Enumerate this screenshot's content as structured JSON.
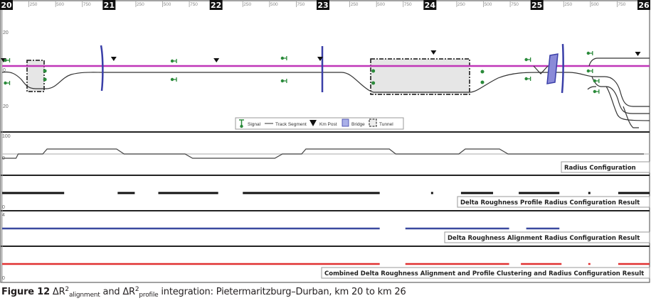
{
  "figure": {
    "label": "Figure 12",
    "caption_parts": {
      "delta_r": "ΔR",
      "sup": "2",
      "sub_alignment": "alignment",
      "and": " and ",
      "sub_profile": "profile",
      "rest": " integration: Pietermaritzburg–Durban, km 20 to km 26"
    }
  },
  "chart_data": {
    "type": "diagram",
    "title": "ΔR²alignment and ΔR²profile integration: Pietermaritzburg–Durban, km 20 to km 26",
    "x_axis": {
      "unit": "km",
      "range": [
        20,
        26
      ],
      "major_ticks": [
        "20",
        "21",
        "22",
        "23",
        "24",
        "25",
        "26"
      ],
      "minor_tick_labels": [
        "250",
        "500",
        "750"
      ]
    },
    "panels": [
      {
        "id": "track-layout",
        "y_labels": [
          "20",
          "0",
          "20"
        ],
        "legend": {
          "position": "bottom-center",
          "items": [
            "Signal",
            "Track Segment",
            "Km Post",
            "Bridge",
            "Tunnel"
          ]
        },
        "colors": {
          "alignment_line": "#c036b8",
          "bridge": "#3a3fa8",
          "signal": "#2a8a3a",
          "track": "#333333"
        },
        "tunnels_km": [
          [
            20.24,
            20.4
          ],
          [
            23.47,
            24.49
          ]
        ],
        "bridges_km": [
          20.91,
          23.02,
          25.15,
          25.23
        ],
        "km_posts_km": [
          20.0,
          21.03,
          21.99,
          22.96,
          24.02,
          25.93
        ]
      },
      {
        "id": "radius-configuration",
        "label": "Radius Configuration",
        "y_labels": [
          "100",
          "0"
        ],
        "values_step": [
          {
            "from": 20.0,
            "to": 20.13,
            "level": -1
          },
          {
            "from": 20.15,
            "to": 20.38,
            "level": 0
          },
          {
            "from": 20.42,
            "to": 21.07,
            "level": 1
          },
          {
            "from": 21.14,
            "to": 21.71,
            "level": 0
          },
          {
            "from": 21.78,
            "to": 22.55,
            "level": -1
          },
          {
            "from": 22.62,
            "to": 22.8,
            "level": 0
          },
          {
            "from": 22.84,
            "to": 23.62,
            "level": 1
          },
          {
            "from": 23.68,
            "to": 24.27,
            "level": 0
          },
          {
            "from": 24.33,
            "to": 24.65,
            "level": 1
          },
          {
            "from": 24.73,
            "to": 26.0,
            "level": 0
          }
        ]
      },
      {
        "id": "delta-roughness-profile",
        "label": "Delta Roughness Profile Radius Configuration Result",
        "y_labels": [
          "0"
        ],
        "color": "#111111",
        "segments_km": [
          [
            20.0,
            20.58
          ],
          [
            21.08,
            21.24
          ],
          [
            21.46,
            22.02
          ],
          [
            22.25,
            23.53
          ],
          [
            24.01,
            24.03
          ],
          [
            24.29,
            24.59
          ],
          [
            24.83,
            25.21
          ],
          [
            25.48,
            25.5
          ],
          [
            25.76,
            26.0
          ]
        ]
      },
      {
        "id": "delta-roughness-alignment",
        "label": "Delta Roughness Alignment Radius Configuration Result",
        "y_labels": [
          "4",
          "0"
        ],
        "color": "#3a4aa0",
        "segments_km": [
          [
            20.0,
            23.53
          ],
          [
            23.77,
            24.74
          ],
          [
            24.9,
            25.21
          ]
        ]
      },
      {
        "id": "combined-result",
        "label": "Combined Delta Roughness Alignment and Profile Clustering and Radius Configuration Result",
        "y_labels": [
          "0"
        ],
        "color": "#e03030",
        "segments_km": [
          [
            20.0,
            23.53
          ],
          [
            23.77,
            24.74
          ],
          [
            24.85,
            25.23
          ],
          [
            25.48,
            25.5
          ],
          [
            25.76,
            26.0
          ]
        ]
      }
    ]
  }
}
